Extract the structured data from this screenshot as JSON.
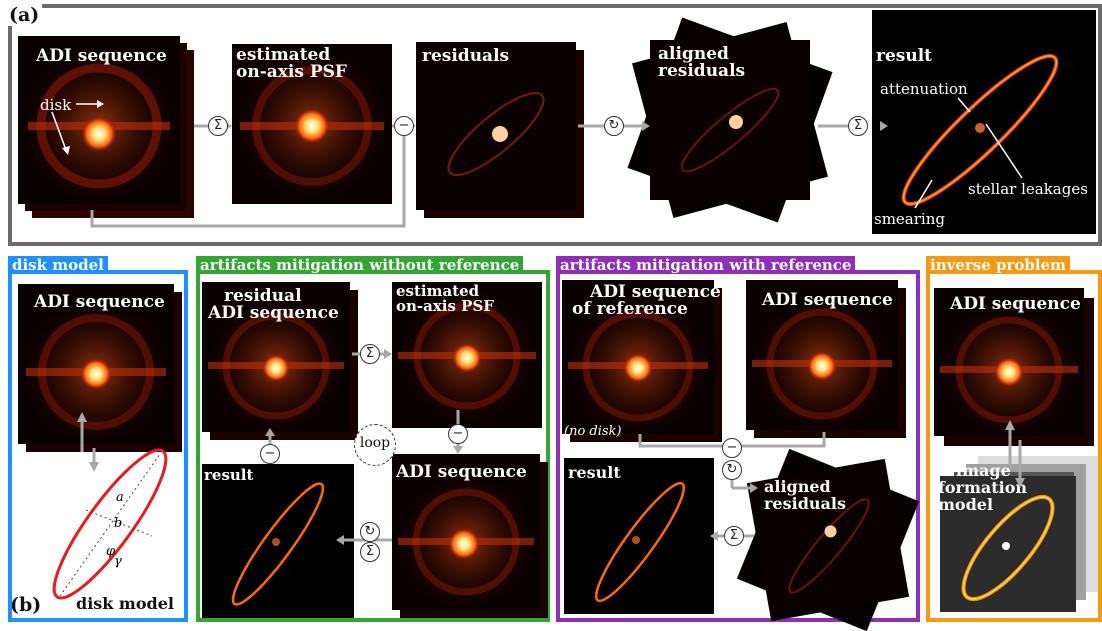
{
  "panel_a": {
    "label": "(a)",
    "adi": "ADI sequence",
    "disk": "disk",
    "psf": [
      "estimated",
      "on-axis PSF"
    ],
    "residuals": "residuals",
    "aligned": [
      "aligned",
      "residuals"
    ],
    "result": "result",
    "attenuation": "attenuation",
    "leakages": "stellar leakages",
    "smearing": "smearing",
    "op_sum": "Σ",
    "op_minus": "−",
    "op_rot": "↻"
  },
  "panel_b": {
    "label": "(b)",
    "disk_model": {
      "title": "disk model",
      "adi": "ADI sequence",
      "model": "disk model",
      "a": "a",
      "b": "b",
      "phi": "φ",
      "gamma": "γ",
      "color": "#1e90ff"
    },
    "no_ref": {
      "title": "artifacts mitigation without reference",
      "residual": [
        "residual",
        "ADI sequence"
      ],
      "psf": [
        "estimated",
        "on-axis PSF"
      ],
      "adi": "ADI sequence",
      "result": "result",
      "loop": "loop",
      "color": "#34a534"
    },
    "with_ref": {
      "title": "artifacts mitigation with reference",
      "ref": [
        "ADI sequence",
        "of reference"
      ],
      "adi": "ADI sequence",
      "nodisk": "(no disk)",
      "result": "result",
      "aligned": [
        "aligned",
        "residuals"
      ],
      "color": "#8e2fb8"
    },
    "inverse": {
      "title": "inverse problem",
      "adi": "ADI sequence",
      "model": [
        "image",
        "formation",
        "model"
      ],
      "color": "#f59a12"
    }
  }
}
